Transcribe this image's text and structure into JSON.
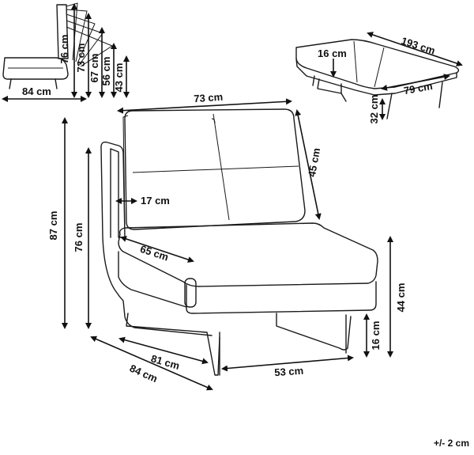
{
  "recline_view": {
    "labels": [
      "76 cm",
      "73 cm",
      "67 cm",
      "56 cm",
      "43 cm",
      "84 cm"
    ]
  },
  "bed_view": {
    "labels": [
      "193 cm",
      "16 cm",
      "79 cm",
      "32 cm"
    ]
  },
  "main_view": {
    "labels": {
      "width_top": "73 cm",
      "back_height": "45 cm",
      "back_thickness": "17 cm",
      "total_height": "87 cm",
      "seat_back_height": "76 cm",
      "seat_depth": "65 cm",
      "seat_height": "44 cm",
      "leg_height": "16 cm",
      "depth_81": "81 cm",
      "depth_84": "84 cm",
      "base_width": "53 cm"
    }
  },
  "tolerance": "+/- 2 cm"
}
